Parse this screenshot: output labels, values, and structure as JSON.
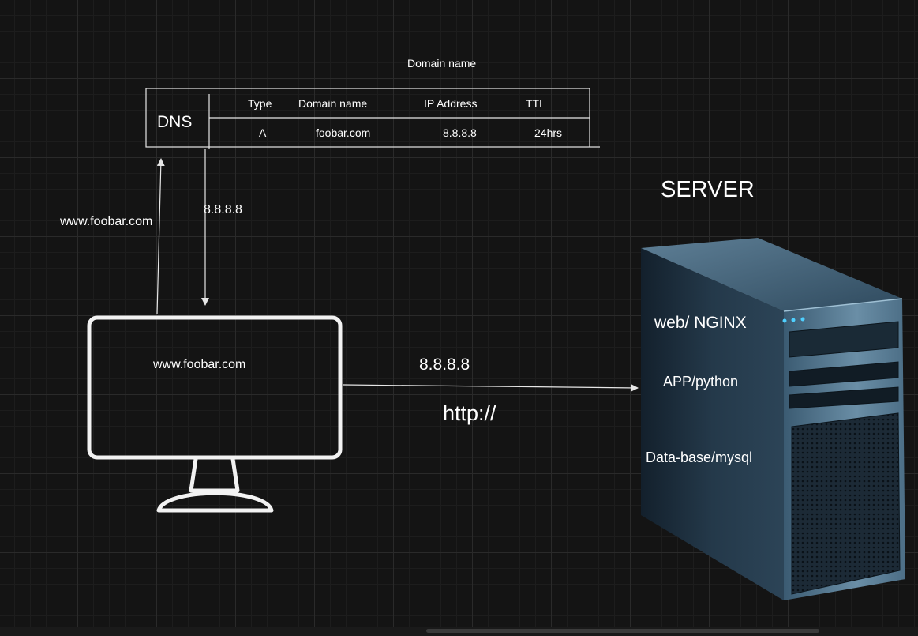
{
  "diagram": {
    "caption": "Domain name",
    "dns": {
      "label": "DNS",
      "columns": [
        "Type",
        "Domain name",
        "IP Address",
        "TTL"
      ],
      "record": [
        "A",
        "foobar.com",
        "8.8.8.8",
        "24hrs"
      ]
    },
    "request_label": "www.foobar.com",
    "response_label": "8.8.8.8",
    "monitor_label": "www.foobar.com",
    "connection": {
      "ip": "8.8.8.8",
      "protocol": "http://"
    },
    "server": {
      "title": "SERVER",
      "layers": [
        "web/ NGINX",
        "APP/python",
        "Data-base/mysql"
      ]
    }
  },
  "colors": {
    "background": "#141414",
    "line": "#e6e6e6",
    "text": "#ffffff"
  },
  "icons": [
    "monitor-icon",
    "server-tower-icon",
    "arrow-icon"
  ]
}
